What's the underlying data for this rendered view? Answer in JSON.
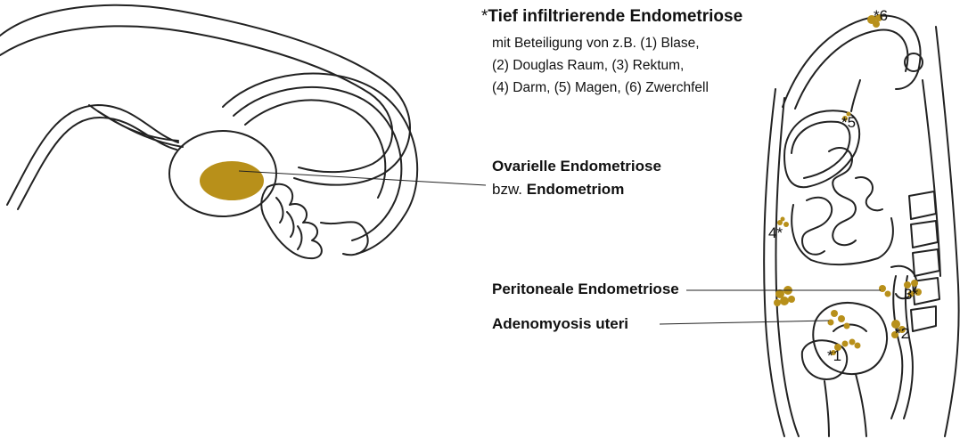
{
  "legend": {
    "title_star": "*",
    "title": "Tief infiltrierende Endometriose",
    "line1": "mit Beteiligung von z.B. (1) Blase,",
    "line2": "(2) Douglas Raum, (3) Rektum,",
    "line3": "(4) Darm, (5) Magen, (6) Zwerchfell"
  },
  "labels": {
    "ovarian_line1": "Ovarielle Endometriose",
    "ovarian_prefix": "bzw. ",
    "ovarian_bold": "Endometriom",
    "peritoneal": "Peritoneale Endometriose",
    "adenomyosis": "Adenomyosis uteri"
  },
  "markers": {
    "m1": "*1",
    "m2": "*2",
    "m3": "3*",
    "m4": "4*",
    "m5": "*5",
    "m6": "*6"
  },
  "colors": {
    "lesion": "#b8901a",
    "lesion_dark": "#a07a10",
    "outline": "#222222"
  }
}
